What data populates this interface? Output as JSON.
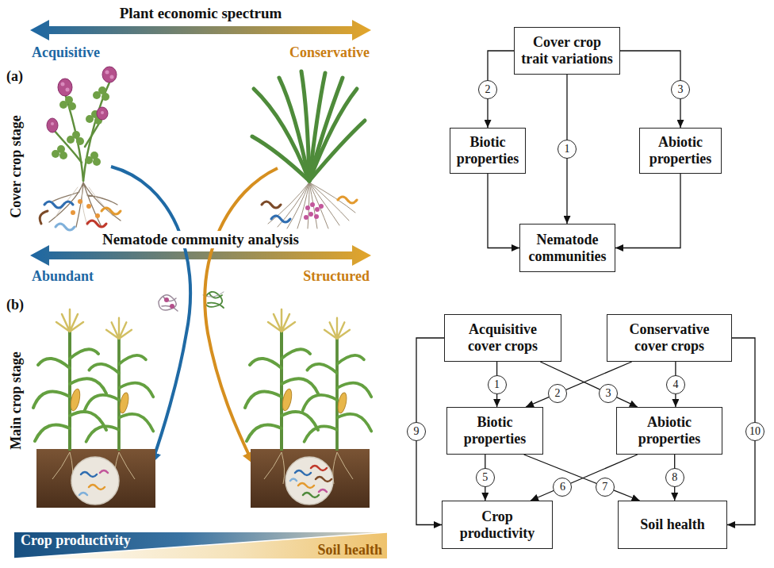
{
  "diagram": {
    "nodes": [
      {
        "text": [
          "Crop productivity",
          "Soil health"
        ]
      },
      {
        "text": [
          "Cover crop trait variations"
        ]
      },
      {
        "text": [
          "Biotic properties"
        ]
      },
      {
        "text": [
          "Abiotic properties"
        ]
      },
      {
        "text": [
          "Nematode communities"
        ]
      },
      {
        "text": [
          "Acquisitive cover crops"
        ]
      },
      {
        "text": [
          "Conservative cover crops"
        ]
      },
      {
        "text": [
          "Biotic properties"
        ]
      },
      {
        "text": [
          "Abiotic properties"
        ]
      },
      {
        "text": [
          "Crop productivity"
        ]
      },
      {
        "text": [
          "Soil health"
        ]
      }
    ],
    "edges": [
      {
        "from": 1,
        "to": 4,
        "label": "1",
        "arrow": "to"
      },
      {
        "from": 1,
        "to": 2,
        "label": "2",
        "arrow": "to"
      },
      {
        "from": 1,
        "to": 3,
        "label": "3",
        "arrow": "to"
      },
      {
        "from": 2,
        "to": 4,
        "arrow": "to"
      },
      {
        "from": 3,
        "to": 4,
        "arrow": "to"
      },
      {
        "from": 5,
        "to": 7,
        "label": "1",
        "arrow": "to"
      },
      {
        "from": 6,
        "to": 7,
        "label": "2",
        "arrow": "to"
      },
      {
        "from": 5,
        "to": 8,
        "label": "3",
        "arrow": "to"
      },
      {
        "from": 6,
        "to": 8,
        "label": "4",
        "arrow": "to"
      },
      {
        "from": 7,
        "to": 9,
        "label": "5",
        "arrow": "to"
      },
      {
        "from": 8,
        "to": 9,
        "label": "6",
        "arrow": "to"
      },
      {
        "from": 7,
        "to": 10,
        "label": "7",
        "arrow": "to"
      },
      {
        "from": 8,
        "to": 10,
        "label": "8",
        "arrow": "to"
      },
      {
        "from": 5,
        "to": 9,
        "label": "9",
        "arrow": "to"
      },
      {
        "from": 6,
        "to": 10,
        "label": "10",
        "arrow": "to"
      }
    ],
    "labels": [
      "Plant economic spectrum",
      "Acquisitive",
      "Conservative",
      "(a)",
      "Cover crop stage",
      "Nematode community analysis",
      "Abundant",
      "Structured",
      "(b)",
      "Main crop stage"
    ]
  }
}
